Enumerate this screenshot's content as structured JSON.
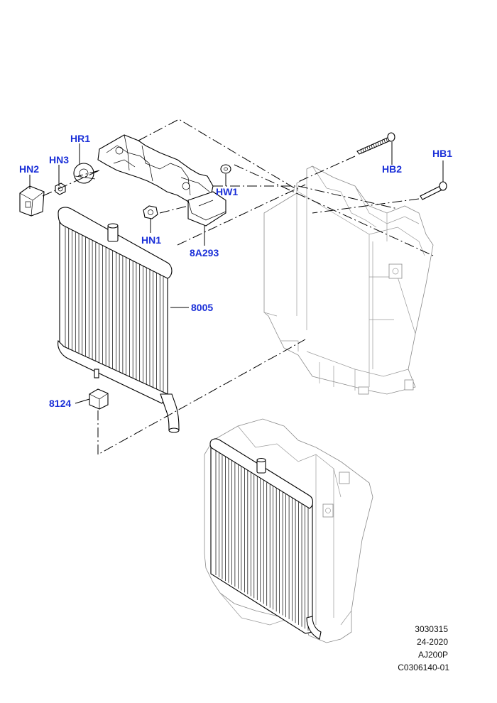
{
  "labels": {
    "hn2": "HN2",
    "hn3": "HN3",
    "hr1": "HR1",
    "hw1": "HW1",
    "hn1": "HN1",
    "p8a293": "8A293",
    "p8005": "8005",
    "p8124": "8124",
    "hb2": "HB2",
    "hb1": "HB1"
  },
  "reference": {
    "line1": "3030315",
    "line2": "24-2020",
    "line3": "AJ200P",
    "line4": "C0306140-01"
  },
  "colors": {
    "label": "#1a2fd8",
    "ghost_part": "#8a8a8a",
    "part_outline": "#000000"
  }
}
